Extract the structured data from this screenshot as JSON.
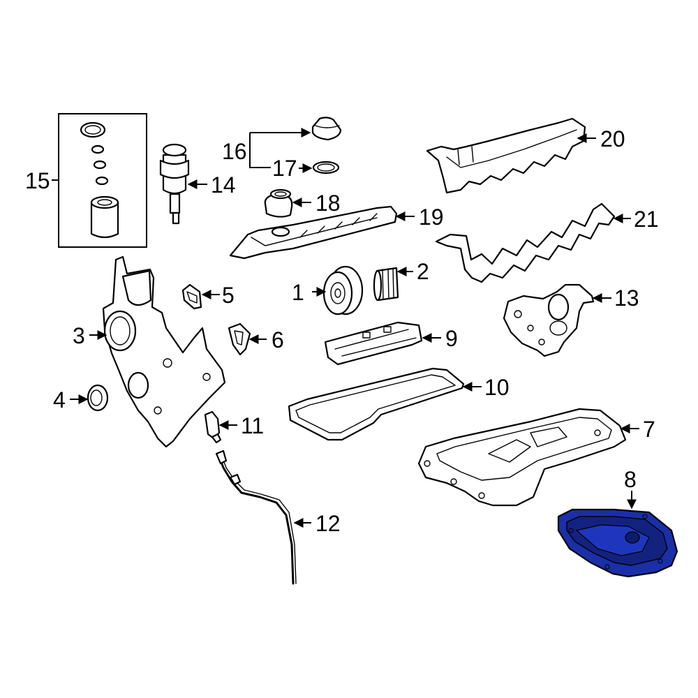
{
  "colors": {
    "background": "#ffffff",
    "line": "#000000",
    "highlight": "#1a2fa8",
    "highlight_dark": "#0d1c6e"
  },
  "callouts": {
    "c1": "1",
    "c2": "2",
    "c3": "3",
    "c4": "4",
    "c5": "5",
    "c6": "6",
    "c7": "7",
    "c8": "8",
    "c9": "9",
    "c10": "10",
    "c11": "11",
    "c12": "12",
    "c13": "13",
    "c14": "14",
    "c15": "15",
    "c16": "16",
    "c17": "17",
    "c18": "18",
    "c19": "19",
    "c20": "20",
    "c21": "21"
  },
  "highlighted_part": "8"
}
